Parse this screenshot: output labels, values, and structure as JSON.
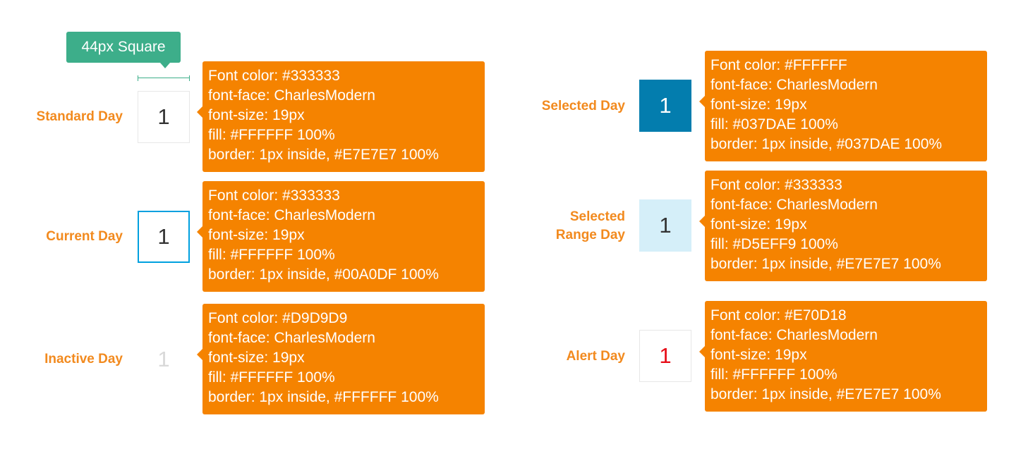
{
  "size_tooltip": "44px Square",
  "days": {
    "standard": {
      "label": "Standard Day",
      "value": "1",
      "spec": [
        "Font color: #333333",
        "font-face: CharlesModern",
        "font-size: 19px",
        "fill: #FFFFFF 100%",
        "border: 1px inside, #E7E7E7 100%"
      ]
    },
    "current": {
      "label": "Current Day",
      "value": "1",
      "spec": [
        "Font color: #333333",
        "font-face: CharlesModern",
        "font-size: 19px",
        "fill: #FFFFFF 100%",
        "border: 1px inside, #00A0DF 100%"
      ]
    },
    "inactive": {
      "label": "Inactive Day",
      "value": "1",
      "spec": [
        "Font color: #D9D9D9",
        "font-face: CharlesModern",
        "font-size: 19px",
        "fill: #FFFFFF 100%",
        "border: 1px inside, #FFFFFF 100%"
      ]
    },
    "selected": {
      "label": "Selected Day",
      "value": "1",
      "spec": [
        "Font color: #FFFFFF",
        "font-face: CharlesModern",
        "font-size: 19px",
        "fill: #037DAE 100%",
        "border: 1px inside, #037DAE 100%"
      ]
    },
    "selected_range": {
      "label_line1": "Selected",
      "label_line2": "Range Day",
      "value": "1",
      "spec": [
        "Font color: #333333",
        "font-face: CharlesModern",
        "font-size: 19px",
        "fill: #D5EFF9 100%",
        "border: 1px inside, #E7E7E7 100%"
      ]
    },
    "alert": {
      "label": "Alert Day",
      "value": "1",
      "spec": [
        "Font color: #E70D18",
        "font-face: CharlesModern",
        "font-size: 19px",
        "fill: #FFFFFF 100%",
        "border: 1px inside, #E7E7E7 100%"
      ]
    }
  },
  "colors": {
    "label_orange": "#F28A1E",
    "spec_orange": "#F58300",
    "tooltip_green": "#3DAE8A",
    "text_dark": "#333333",
    "inactive_text": "#D9D9D9",
    "current_border": "#00A0DF",
    "standard_border": "#E7E7E7",
    "selected_fill": "#037DAE",
    "range_fill": "#D5EFF9",
    "alert_text": "#E70D18"
  }
}
